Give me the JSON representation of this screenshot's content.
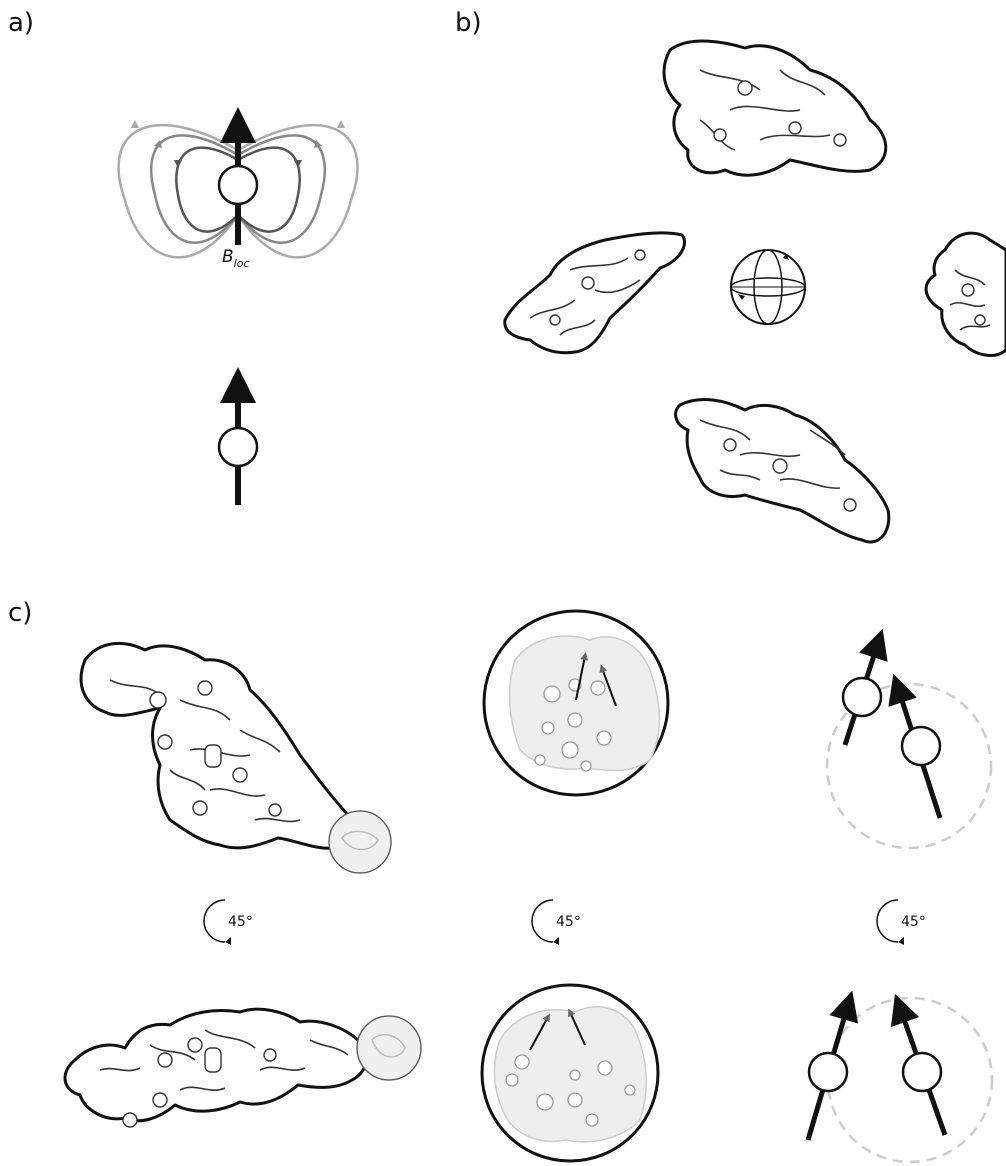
{
  "labels": {
    "a": "a)",
    "b": "b)",
    "c": "c)"
  },
  "field_label_main": "B",
  "field_label_sub": "loc",
  "rotation_label": "45°"
}
